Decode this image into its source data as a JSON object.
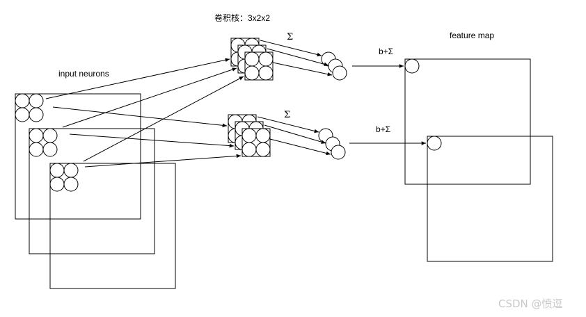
{
  "labels": {
    "kernel_title": "卷积核：3x2x2",
    "input_neurons": "input neurons",
    "feature_map": "feature map",
    "sum_top": "Σ",
    "sum_bottom": "Σ",
    "bias_sum_top": "b+Σ",
    "bias_sum_bottom": "b+Σ"
  },
  "watermark": "CSDN @愤逗"
}
